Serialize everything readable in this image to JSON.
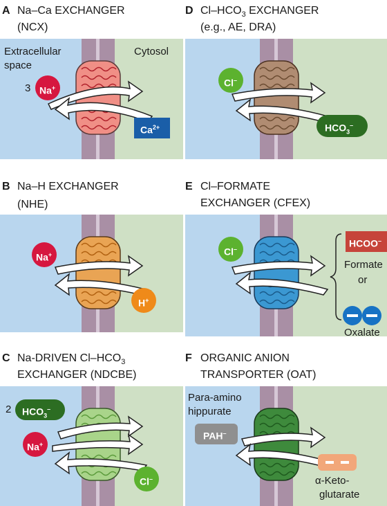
{
  "panels": [
    {
      "letter": "A",
      "title_line1": "Na–Ca EXCHANGER",
      "title_line2": "(NCX)",
      "labels": {
        "extracellular": "Extracellular",
        "space": "space",
        "cytosol": "Cytosol"
      },
      "ions": {
        "na_count": "3",
        "na": "Na",
        "na_sup": "+",
        "ca": "Ca",
        "ca_sup": "2+"
      }
    },
    {
      "letter": "B",
      "title_line1": "Na–H EXCHANGER",
      "title_line2": "(NHE)",
      "ions": {
        "na": "Na",
        "na_sup": "+",
        "h": "H",
        "h_sup": "+"
      }
    },
    {
      "letter": "C",
      "title_line1a": "Na-DRIVEN Cl–HCO",
      "title_sub": "3",
      "title_line2": "EXCHANGER (NDCBE)",
      "ions": {
        "hco3_count": "2",
        "hco3": "HCO",
        "hco3_sub": "3",
        "hco3_sup": "–",
        "na": "Na",
        "na_sup": "+",
        "cl": "Cl",
        "cl_sup": "–"
      }
    },
    {
      "letter": "D",
      "title_line1a": "Cl–HCO",
      "title_sub": "3",
      "title_line1b": " EXCHANGER",
      "title_line2": "(e.g., AE, DRA)",
      "ions": {
        "cl": "Cl",
        "cl_sup": "–",
        "hco3": "HCO",
        "hco3_sub": "3",
        "hco3_sup": "–"
      }
    },
    {
      "letter": "E",
      "title_line1": "Cl–FORMATE",
      "title_line2": "EXCHANGER (CFEX)",
      "ions": {
        "cl": "Cl",
        "cl_sup": "–",
        "hcoo": "HCOO",
        "hcoo_sup": "–",
        "formate": "Formate",
        "or": "or",
        "oxalate": "Oxalate"
      }
    },
    {
      "letter": "F",
      "title_line1": "ORGANIC ANION",
      "title_line2": "TRANSPORTER (OAT)",
      "labels": {
        "pah_line1": "Para-amino",
        "pah_line2": "hippurate",
        "akg_line1": "α-Keto-",
        "akg_line2": "glutarate"
      },
      "ions": {
        "pah": "PAH",
        "pah_sup": "–"
      }
    }
  ],
  "colors": {
    "extracellular": "#b9d6ee",
    "cytosol": "#cfe0c5",
    "membrane": "#a98fa5",
    "membrane_line": "#d6c7d6",
    "na_ion": "#d6173f",
    "ca_box": "#1a5ea8",
    "h_ion": "#ef8a19",
    "cl_ion": "#5cb22f",
    "hco3_pill": "#2c6d22",
    "hcoo_box": "#c6443a",
    "oxalate": "#1772c4",
    "pah_box": "#8f8f8f",
    "akg_box": "#f2a77a",
    "ncx": "#f08f86",
    "nhe": "#e9a454",
    "ndcbe": "#a9d48a",
    "ae": "#b08c72",
    "cfex": "#3b98d2",
    "oat": "#3e8a3c"
  }
}
